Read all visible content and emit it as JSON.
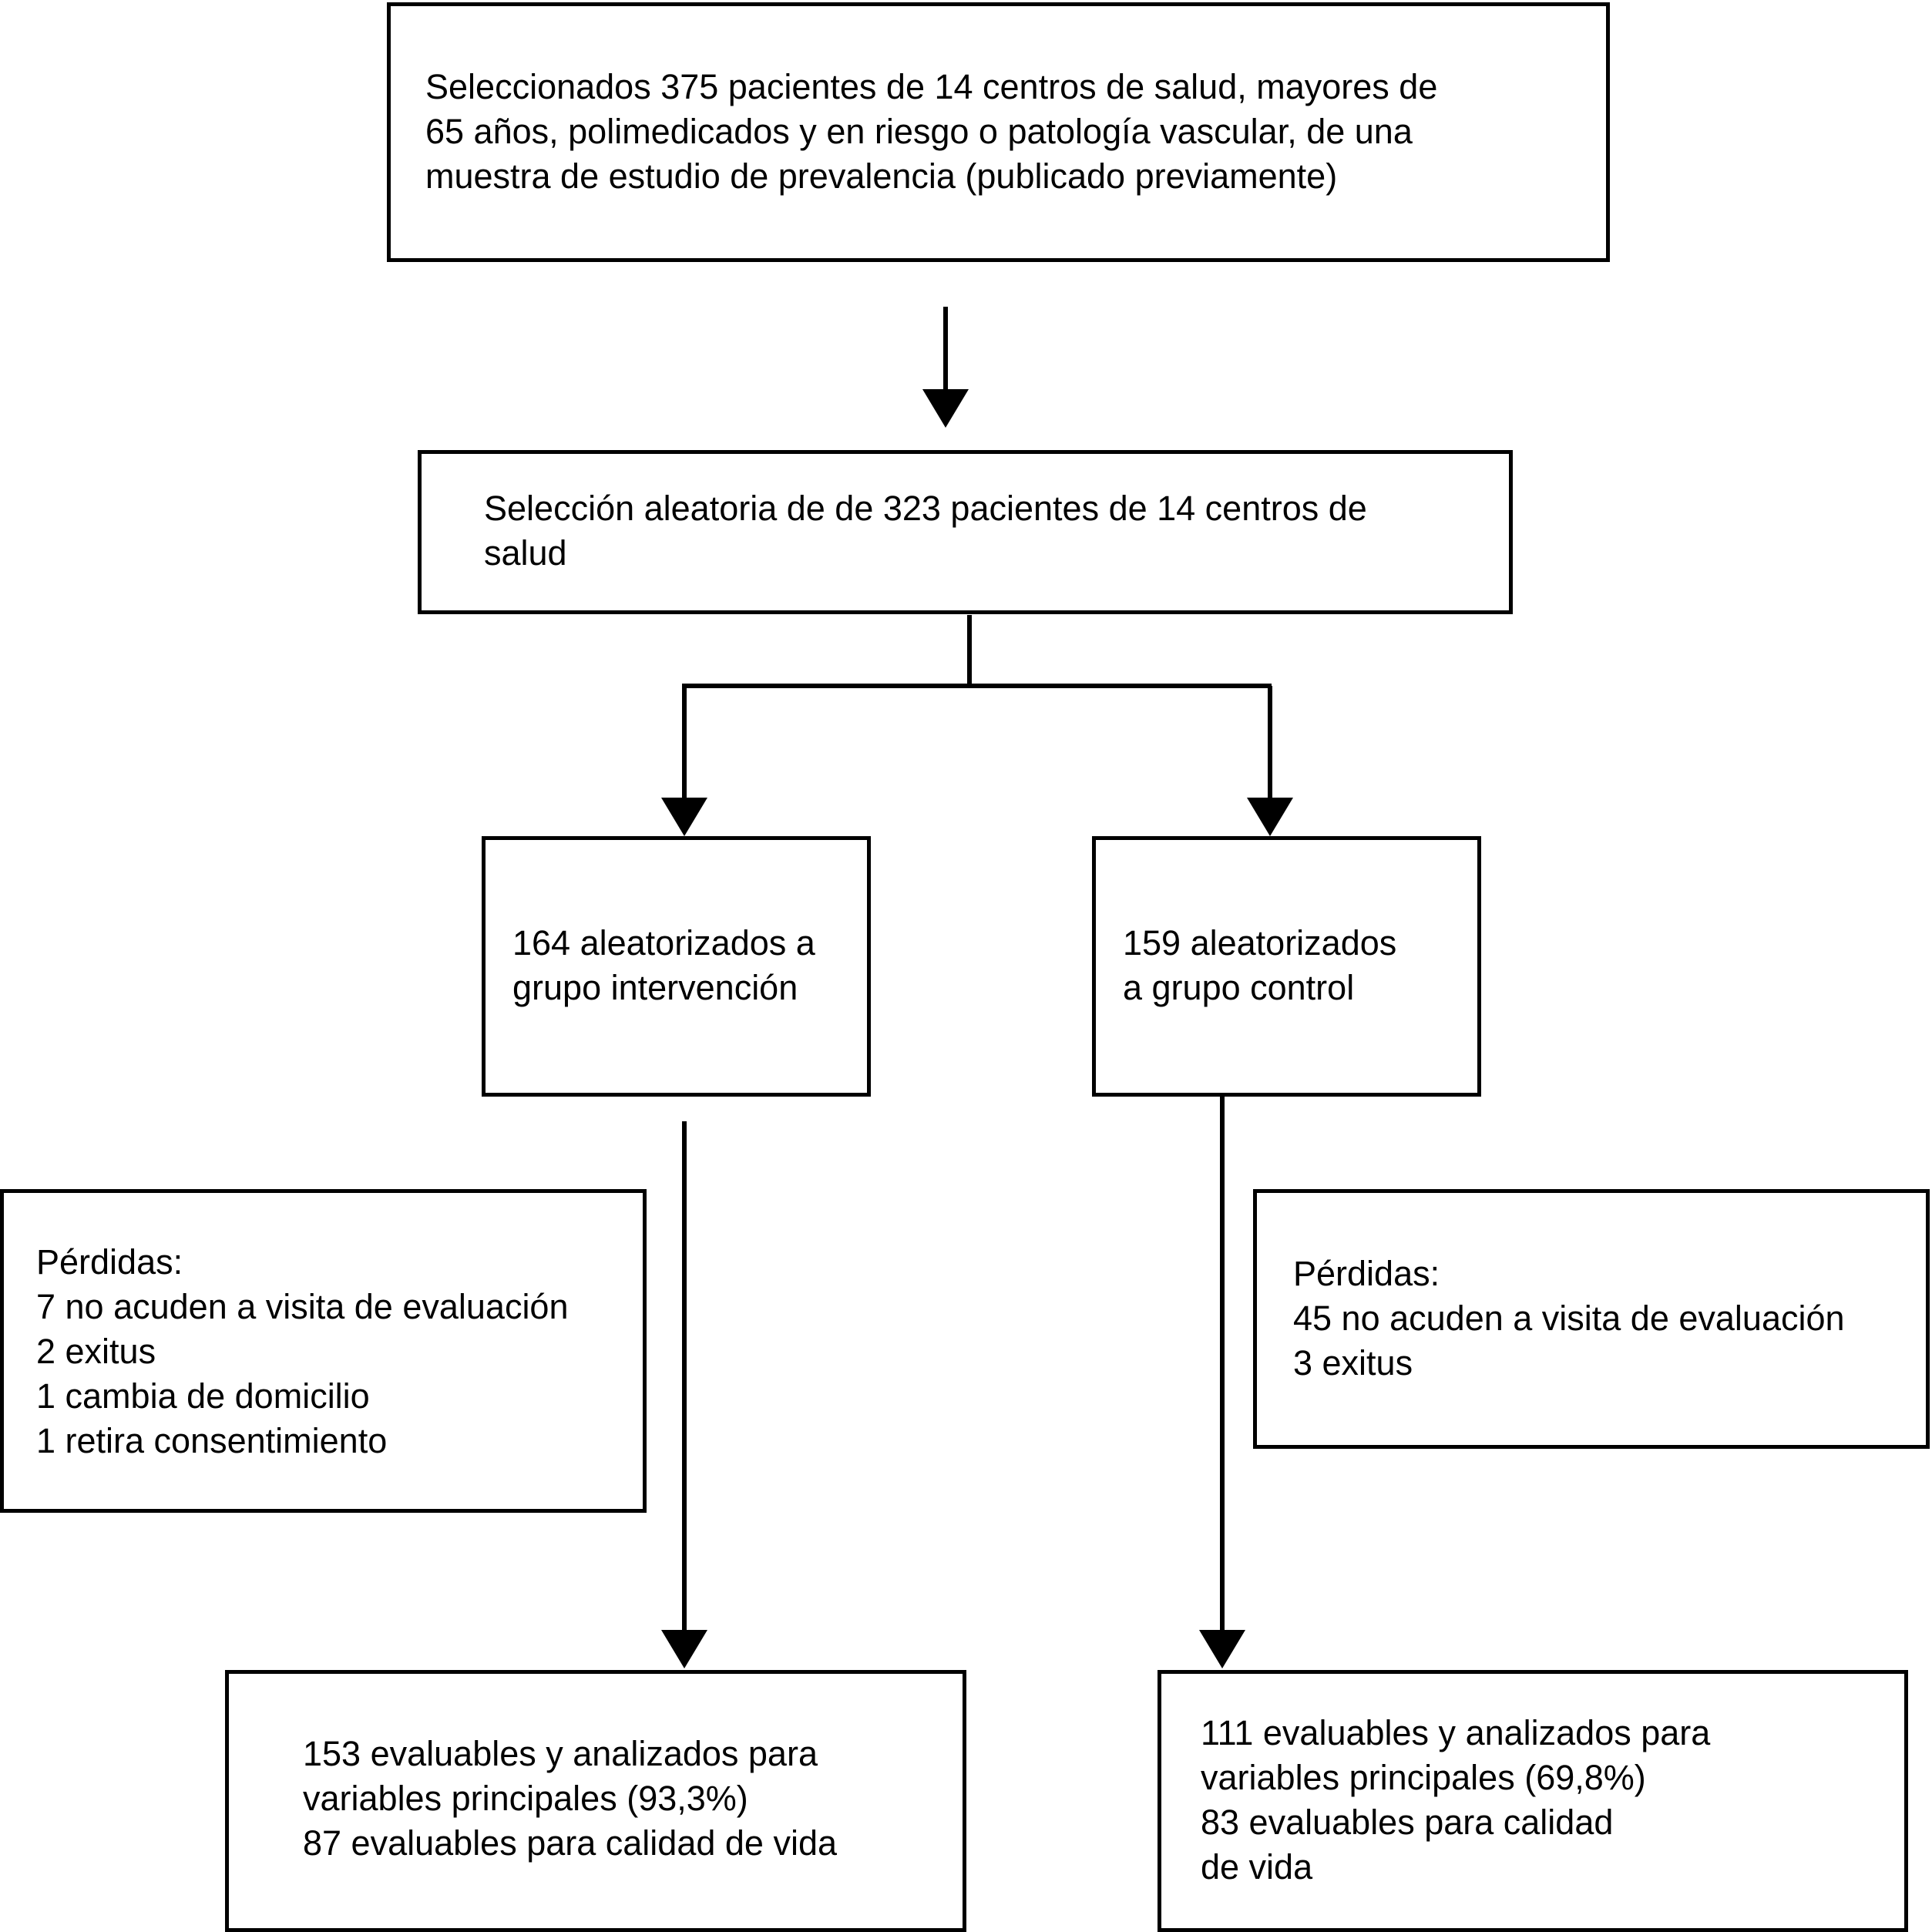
{
  "boxes": {
    "selected": {
      "lines": [
        "Seleccionados 375 pacientes de 14 centros de salud, mayores de",
        "65  años, polimedicados y en riesgo o patología vascular, de una",
        "muestra de estudio de prevalencia (publicado previamente)"
      ]
    },
    "random_selection": {
      "lines": [
        "Selección aleatoria de  de 323 pacientes de 14 centros de",
        "salud"
      ]
    },
    "intervention": {
      "lines": [
        "164 aleatorizados a",
        "grupo intervención"
      ]
    },
    "control": {
      "lines": [
        "159 aleatorizados",
        "a grupo control"
      ]
    },
    "losses_intervention": {
      "lines": [
        "Pérdidas:",
        "7 no acuden a visita de evaluación",
        "2 exitus",
        "1 cambia de domicilio",
        "1 retira consentimiento"
      ]
    },
    "losses_control": {
      "lines": [
        "Pérdidas:",
        "45 no acuden a visita de evaluación",
        "3 exitus"
      ]
    },
    "analyzed_intervention": {
      "lines": [
        "153 evaluables y analizados para",
        "variables principales (93,3%)",
        "87 evaluables para calidad de vida"
      ]
    },
    "analyzed_control": {
      "lines": [
        "111 evaluables y analizados para",
        "variables principales (69,8%)",
        "83 evaluables para calidad",
        "de vida"
      ]
    }
  }
}
